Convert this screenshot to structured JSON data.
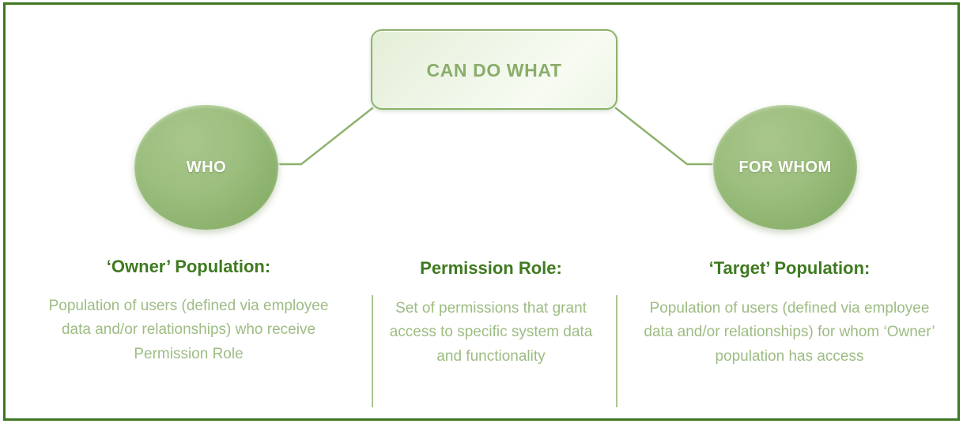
{
  "diagram": {
    "title_color": "#3f7a20",
    "accent_color": "#8cb26d",
    "circle_color": "#9cbe7e",
    "body_text_color": "#9dbc83",
    "frame_color": "#3f7722",
    "nodes": {
      "center_box": {
        "label": "CAN DO WHAT"
      },
      "left_circle": {
        "label": "WHO"
      },
      "right_circle": {
        "label": "FOR WHOM"
      }
    }
  },
  "columns": [
    {
      "heading": "‘Owner’ Population:",
      "body": "Population of users (defined via employee data and/or relationships) who receive Permission Role"
    },
    {
      "heading": "Permission Role:",
      "body": "Set of permissions that grant access to specific system data and functionality"
    },
    {
      "heading": "‘Target’ Population:",
      "body": "Population of users (defined via employee data and/or relationships) for whom ‘Owner’ population has access"
    }
  ]
}
